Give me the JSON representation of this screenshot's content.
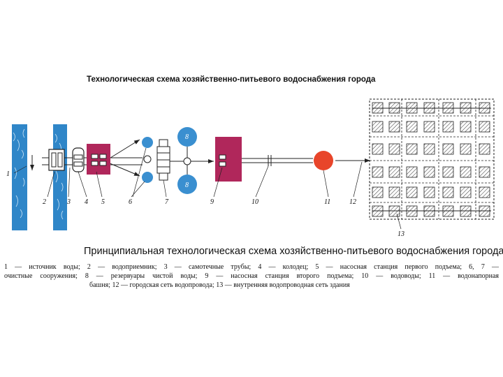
{
  "title": "Технологическая схема хозяйственно-питьевого водоснабжения города",
  "caption": {
    "heading": "Принципиальная технологическая схема хозяйственно-питьевого водоснабжения города:",
    "line1": "1 — источник воды; 2 — водоприемник; 3 — самотечные трубы; 4 — колодец; 5 — насосная станция первого подъема; 6, 7 —",
    "line2": "очистные сооружения; 8 — резервуары чистой воды; 9 — насосная станция второго подъема; 10 — водоводы; 11 — водонапорная",
    "line3": "башня; 12 — городская сеть водопровода; 13 — внутренняя водопроводная сеть здания"
  },
  "labels": {
    "n1": "1",
    "n2": "2",
    "n3": "3",
    "n4": "4",
    "n5": "5",
    "n6": "6",
    "n7": "7",
    "n8a": "8",
    "n8b": "8",
    "n9": "9",
    "n10": "10",
    "n11": "11",
    "n12": "12",
    "n13": "13"
  },
  "colors": {
    "water": "#2f86c8",
    "pump_station": "#b0275b",
    "tank": "#3a8fd0",
    "tower": "#e8452a",
    "line": "#222222"
  }
}
